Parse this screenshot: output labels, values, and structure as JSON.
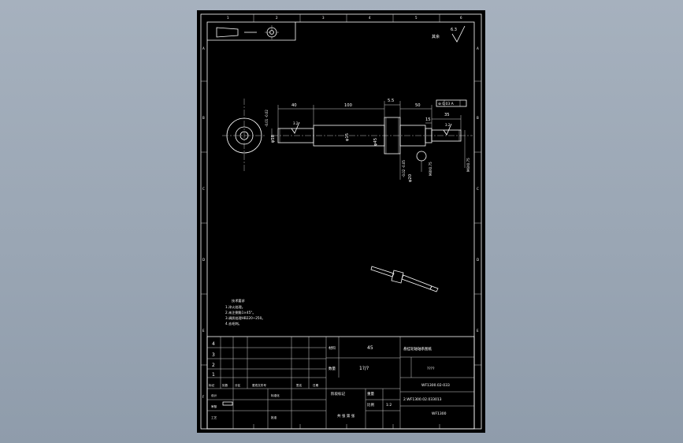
{
  "colors": {
    "background": "#9aa6b4",
    "sheet": "#000000",
    "line": "#ffffff"
  },
  "border_zones": {
    "columns": [
      "1",
      "2",
      "3",
      "4",
      "5",
      "6"
    ],
    "rows": [
      "A",
      "B",
      "C",
      "D",
      "E",
      "F"
    ]
  },
  "roughness": {
    "value": "6.3",
    "label": "其余"
  },
  "dimensions": {
    "d40": "40",
    "d100": "100",
    "d5_5": "5.5",
    "d50": "50",
    "d35": "35",
    "d15": "15",
    "dia18": "φ18",
    "tol_018": "-0.01 -0.02",
    "dia15": "φ15",
    "dia45": "φ45",
    "dia20": "φ20",
    "tol_020": "-0.02 -0.05",
    "thread_m": "M8X0.75",
    "thread_r": "M6X0.75",
    "finish_left": "3.2",
    "finish_right": "3.2",
    "gtol": "⊚ 0.03 A"
  },
  "notes": {
    "title": "技术要求",
    "items": [
      "1.淬火处理。",
      "2.未注倒角1×45°。",
      "3.调质处理HB220~250。",
      "4.去毛刺。"
    ]
  },
  "title_block": {
    "rev_rows": [
      "4",
      "3",
      "2",
      "1"
    ],
    "material_label": "材料",
    "material": "45",
    "scale_label": "比例",
    "scale_value": "1:2",
    "count_label": "数量",
    "count_value": "1?/?",
    "part_name": "悬挂轮轴轴系图纸",
    "sheet_marks": "????",
    "drawing_no_1": "WF1300.02-033",
    "drawing_no_2": "2.WF1300.02.033013",
    "product": "WF1300",
    "header_row": [
      "标记",
      "处数",
      "分区",
      "更改文件号",
      "签名",
      "日期"
    ],
    "row_design": "设计",
    "row_check": "审核",
    "row_process": "工艺",
    "sign_std": "标准化",
    "sign_approve": "批准",
    "stage_label": "阶段标记",
    "weight_label": "重量",
    "sheets_label": "共 张 第 张"
  }
}
